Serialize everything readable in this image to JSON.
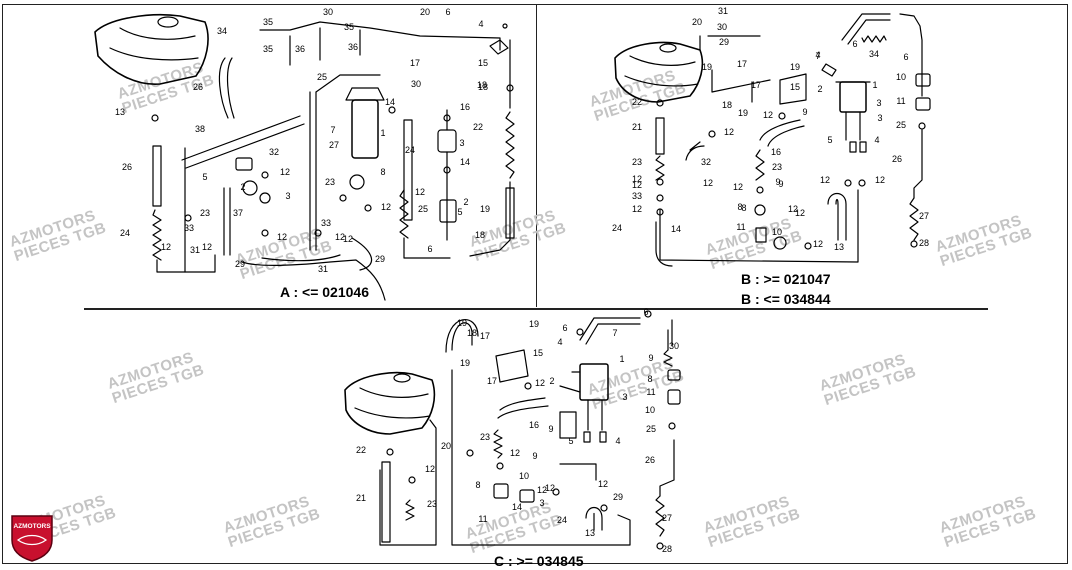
{
  "diagram": {
    "captions": {
      "a": "A : <= 021046",
      "b1": "B : >= 021047",
      "b2": "B : <= 034844",
      "c": "C : >= 034845"
    },
    "watermark": {
      "line1": "AZMOTORS",
      "line2": "PIECES TGB"
    },
    "logo_text": "AZMOTORS",
    "colors": {
      "line": "#000000",
      "watermark": "#c4c4c4",
      "logo_red": "#c8102e"
    },
    "section_a_labels": [
      "34",
      "26",
      "13",
      "26",
      "24",
      "12",
      "31",
      "12",
      "38",
      "33",
      "23",
      "5",
      "2",
      "37",
      "12",
      "12",
      "3",
      "32",
      "27",
      "29",
      "12",
      "30",
      "35",
      "36",
      "35",
      "35",
      "36",
      "25",
      "7",
      "1",
      "14",
      "16",
      "3",
      "14",
      "18",
      "17",
      "30",
      "20",
      "6",
      "4",
      "15",
      "24",
      "12",
      "8",
      "23",
      "33",
      "12",
      "12",
      "31",
      "29",
      "2",
      "18",
      "22",
      "19",
      "25",
      "5",
      "6",
      "18"
    ],
    "section_b_labels": [
      "31",
      "20",
      "30",
      "29",
      "19",
      "17",
      "17",
      "15",
      "19",
      "18",
      "19",
      "12",
      "16",
      "23",
      "32",
      "12",
      "12",
      "22",
      "21",
      "23",
      "12",
      "33",
      "12",
      "24",
      "14",
      "9",
      "12",
      "12",
      "11",
      "10",
      "8",
      "12",
      "13",
      "7",
      "9",
      "6",
      "34",
      "4",
      "6",
      "2",
      "3",
      "1",
      "10",
      "11",
      "25",
      "3",
      "5",
      "4",
      "12",
      "12",
      "26",
      "27",
      "28",
      "12",
      "9",
      "12",
      "8"
    ],
    "section_c_labels": [
      "19",
      "18",
      "17",
      "15",
      "19",
      "17",
      "12",
      "19",
      "6",
      "7",
      "4",
      "1",
      "6",
      "30",
      "9",
      "8",
      "11",
      "10",
      "25",
      "26",
      "27",
      "28",
      "2",
      "3",
      "9",
      "5",
      "4",
      "22",
      "20",
      "21",
      "12",
      "23",
      "16",
      "23",
      "12",
      "9",
      "12",
      "8",
      "10",
      "11",
      "14",
      "12",
      "24",
      "13",
      "29",
      "12",
      "3"
    ]
  }
}
